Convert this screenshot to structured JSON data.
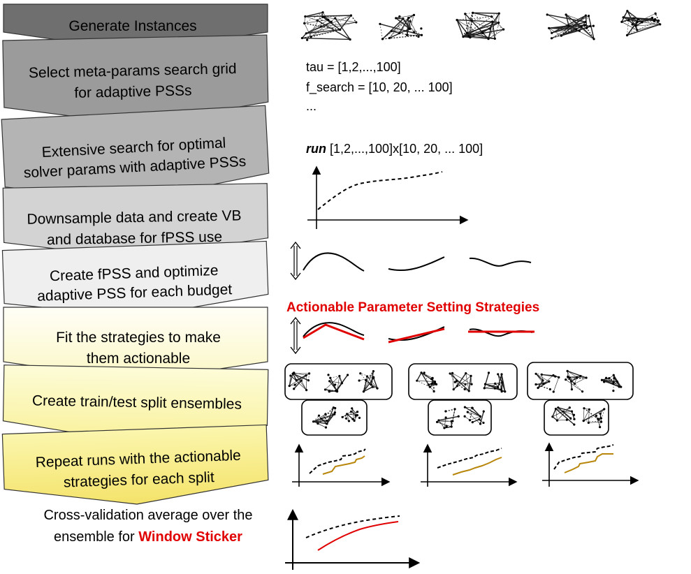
{
  "steps": [
    {
      "label_lines": [
        "Generate Instances"
      ],
      "color": "#6f6f6f"
    },
    {
      "label_lines": [
        "Select meta-params search grid",
        "for  adaptive PSSs"
      ],
      "color": "#9b9b9b"
    },
    {
      "label_lines": [
        "Extensive search for optimal",
        "solver params with adaptive PSSs"
      ],
      "color": "#b4b4b4"
    },
    {
      "label_lines": [
        "Downsample data and create VB",
        "and database for fPSS use"
      ],
      "color": "#d3d3d3"
    },
    {
      "label_lines": [
        "Create fPSS and optimize",
        "adaptive PSS for each budget"
      ],
      "color": "#efefef"
    },
    {
      "label_lines": [
        "Fit the strategies to make",
        "them actionable"
      ],
      "color_top": "#fffef7",
      "color_bottom": "#fbf7c4"
    },
    {
      "label_lines": [
        "Create train/test split ensembles"
      ],
      "color_top": "#fdfcd8",
      "color_bottom": "#f9f19a"
    },
    {
      "label_lines": [
        "Repeat runs with the actionable",
        "strategies for each split"
      ],
      "color_top": "#fbf6ae",
      "color_bottom": "#f4e36a"
    }
  ],
  "grid": {
    "line1": "tau = [1,2,...,100]",
    "line2": "f_search = [10, 20, ... 100]",
    "line3": "..."
  },
  "run": {
    "keyword": "run",
    "args": " [1,2,...,100]x[10, 20, ... 100]"
  },
  "actionable_title": "Actionable Parameter Setting Strategies",
  "bottom": {
    "line1": "Cross-validation average over the",
    "line2_prefix": "ensemble for ",
    "line2_highlight": "Window Sticker"
  },
  "colors": {
    "red": "#e00000",
    "gold": "#b8860b",
    "arrow": "#000000"
  },
  "icons": [
    "graph-network-icon",
    "double-headed-arrow-icon",
    "axes-icon"
  ]
}
